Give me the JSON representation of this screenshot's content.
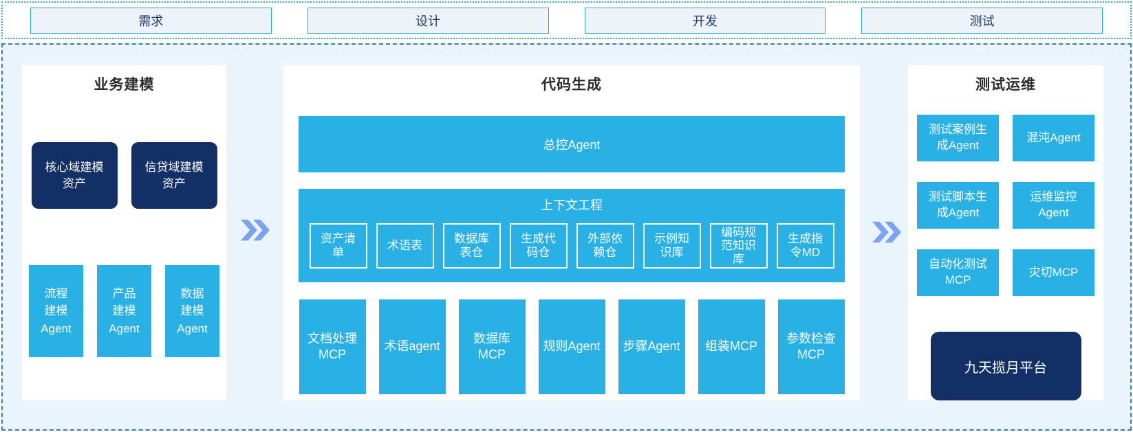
{
  "colors": {
    "accent_cyan": "#29b1e6",
    "navy": "#122f66",
    "container_bg": "#e9f4fc",
    "container_border_dashed": "#3d79b8",
    "strip_border_dotted": "#2caacf",
    "phase_box_bg": "#edf3f9",
    "phase_box_border": "#29a7cd",
    "phase_text": "#1f3864",
    "arrow_blue": "#7ba3f0"
  },
  "phases": [
    {
      "label": "需求"
    },
    {
      "label": "设计"
    },
    {
      "label": "开发"
    },
    {
      "label": "测试"
    }
  ],
  "business_modeling": {
    "title": "业务建模",
    "asset_boxes": [
      {
        "label": "核心域建模\n资产"
      },
      {
        "label": "信贷域建模\n资产"
      }
    ],
    "agent_boxes": [
      {
        "label": "流程\n建模\nAgent"
      },
      {
        "label": "产品\n建模\nAgent"
      },
      {
        "label": "数据\n建模\nAgent"
      }
    ]
  },
  "code_generation": {
    "title": "代码生成",
    "master_agent": "总控Agent",
    "context_engineering": {
      "title": "上下文工程",
      "items": [
        {
          "label": "资产清\n单"
        },
        {
          "label": "术语表"
        },
        {
          "label": "数据库\n表仓"
        },
        {
          "label": "生成代\n码仓"
        },
        {
          "label": "外部依\n赖仓"
        },
        {
          "label": "示例知\n识库"
        },
        {
          "label": "编码规\n范知识\n库"
        },
        {
          "label": "生成指\n令MD"
        }
      ]
    },
    "mcp_agents": [
      {
        "label": "文档处理\nMCP"
      },
      {
        "label": "术语agent"
      },
      {
        "label": "数据库\nMCP"
      },
      {
        "label": "规则Agent"
      },
      {
        "label": "步骤Agent"
      },
      {
        "label": "组装MCP"
      },
      {
        "label": "参数检查\nMCP"
      }
    ]
  },
  "test_ops": {
    "title": "测试运维",
    "boxes": [
      {
        "label": "测试案例生\n成Agent"
      },
      {
        "label": "混沌Agent"
      },
      {
        "label": "测试脚本生\n成Agent"
      },
      {
        "label": "运维监控\nAgent"
      },
      {
        "label": "自动化测试\nMCP"
      },
      {
        "label": "灾切MCP"
      }
    ],
    "platform": "九天揽月平台"
  },
  "flow_arrows": [
    {
      "icon": "double-chevron-right"
    },
    {
      "icon": "double-chevron-right"
    }
  ]
}
